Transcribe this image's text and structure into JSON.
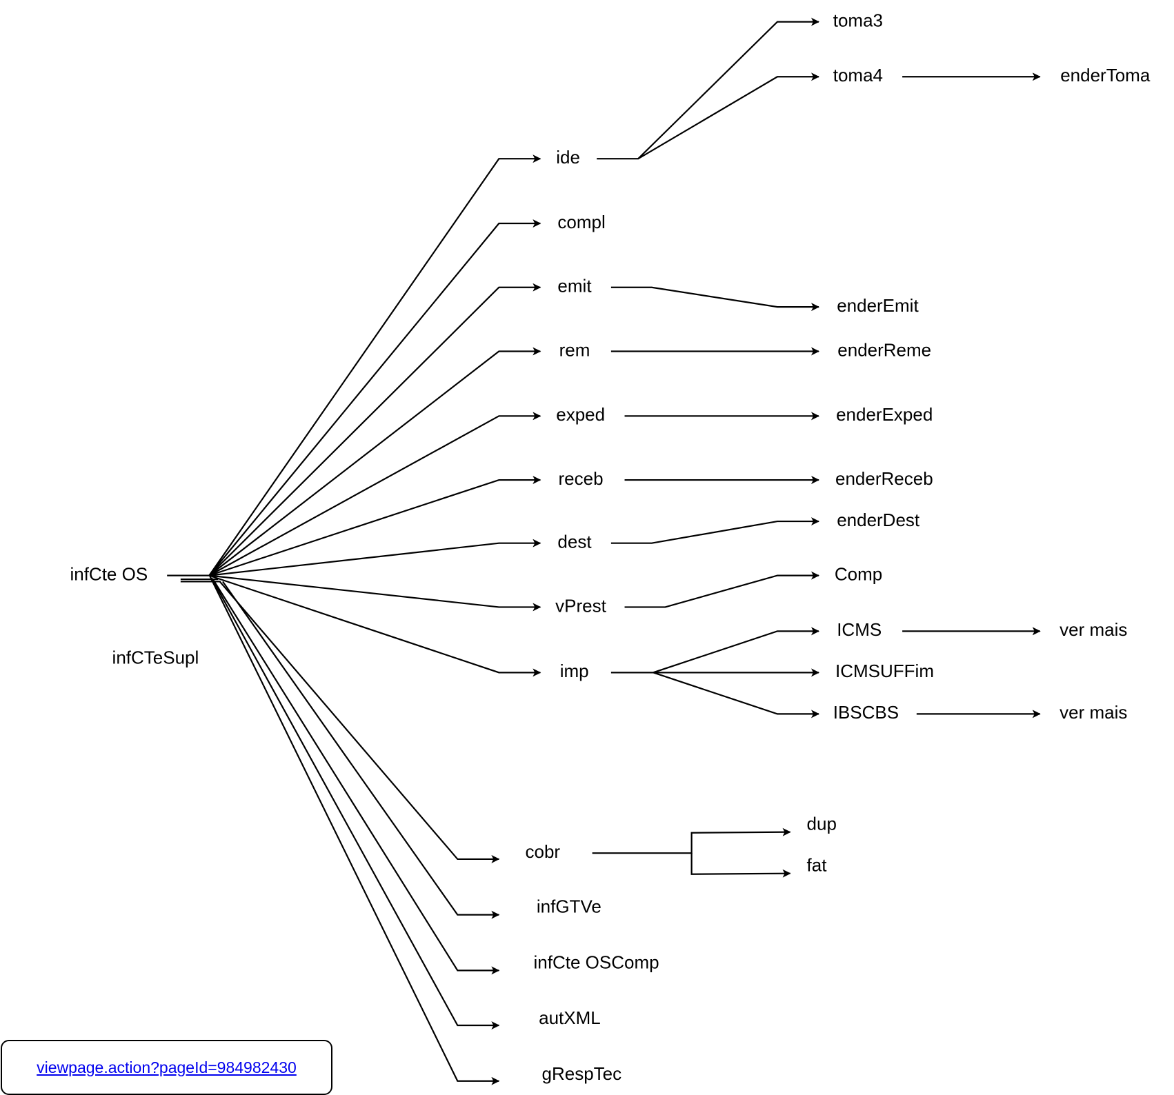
{
  "root": {
    "label": "infCte OS",
    "secondary_label": "infCTeSupl"
  },
  "level1_upper": [
    {
      "id": "ide",
      "label": "ide"
    },
    {
      "id": "compl",
      "label": "compl"
    },
    {
      "id": "emit",
      "label": "emit"
    },
    {
      "id": "rem",
      "label": "rem"
    },
    {
      "id": "exped",
      "label": "exped"
    },
    {
      "id": "receb",
      "label": "receb"
    },
    {
      "id": "dest",
      "label": "dest"
    },
    {
      "id": "vPrest",
      "label": "vPrest"
    },
    {
      "id": "imp",
      "label": "imp"
    }
  ],
  "level1_lower": [
    {
      "id": "cobr",
      "label": "cobr"
    },
    {
      "id": "infGTVe",
      "label": "infGTVe"
    },
    {
      "id": "infCteOSComp",
      "label": "infCte OSComp"
    },
    {
      "id": "autXML",
      "label": "autXML"
    },
    {
      "id": "gRespTec",
      "label": "gRespTec"
    }
  ],
  "level2": [
    {
      "id": "toma3",
      "label": "toma3",
      "parent": "ide"
    },
    {
      "id": "toma4",
      "label": "toma4",
      "parent": "ide"
    },
    {
      "id": "enderEmit",
      "label": "enderEmit",
      "parent": "emit"
    },
    {
      "id": "enderReme",
      "label": "enderReme",
      "parent": "rem"
    },
    {
      "id": "enderExped",
      "label": "enderExped",
      "parent": "exped"
    },
    {
      "id": "enderReceb",
      "label": "enderReceb",
      "parent": "receb"
    },
    {
      "id": "enderDest",
      "label": "enderDest",
      "parent": "dest"
    },
    {
      "id": "Comp",
      "label": "Comp",
      "parent": "vPrest"
    },
    {
      "id": "ICMS",
      "label": "ICMS",
      "parent": "imp"
    },
    {
      "id": "ICMSUFFim",
      "label": "ICMSUFFim",
      "parent": "imp"
    },
    {
      "id": "IBSCBS",
      "label": "IBSCBS",
      "parent": "imp"
    },
    {
      "id": "dup",
      "label": "dup",
      "parent": "cobr"
    },
    {
      "id": "fat",
      "label": "fat",
      "parent": "cobr"
    }
  ],
  "level3": [
    {
      "id": "enderToma",
      "label": "enderToma",
      "parent": "toma4"
    },
    {
      "id": "ICMS_more",
      "label": "ver mais",
      "parent": "ICMS"
    },
    {
      "id": "IBSCBS_more",
      "label": "ver mais",
      "parent": "IBSCBS"
    }
  ],
  "link": {
    "text": "viewpage.action?pageId=984982430",
    "color": "#0000ee"
  }
}
